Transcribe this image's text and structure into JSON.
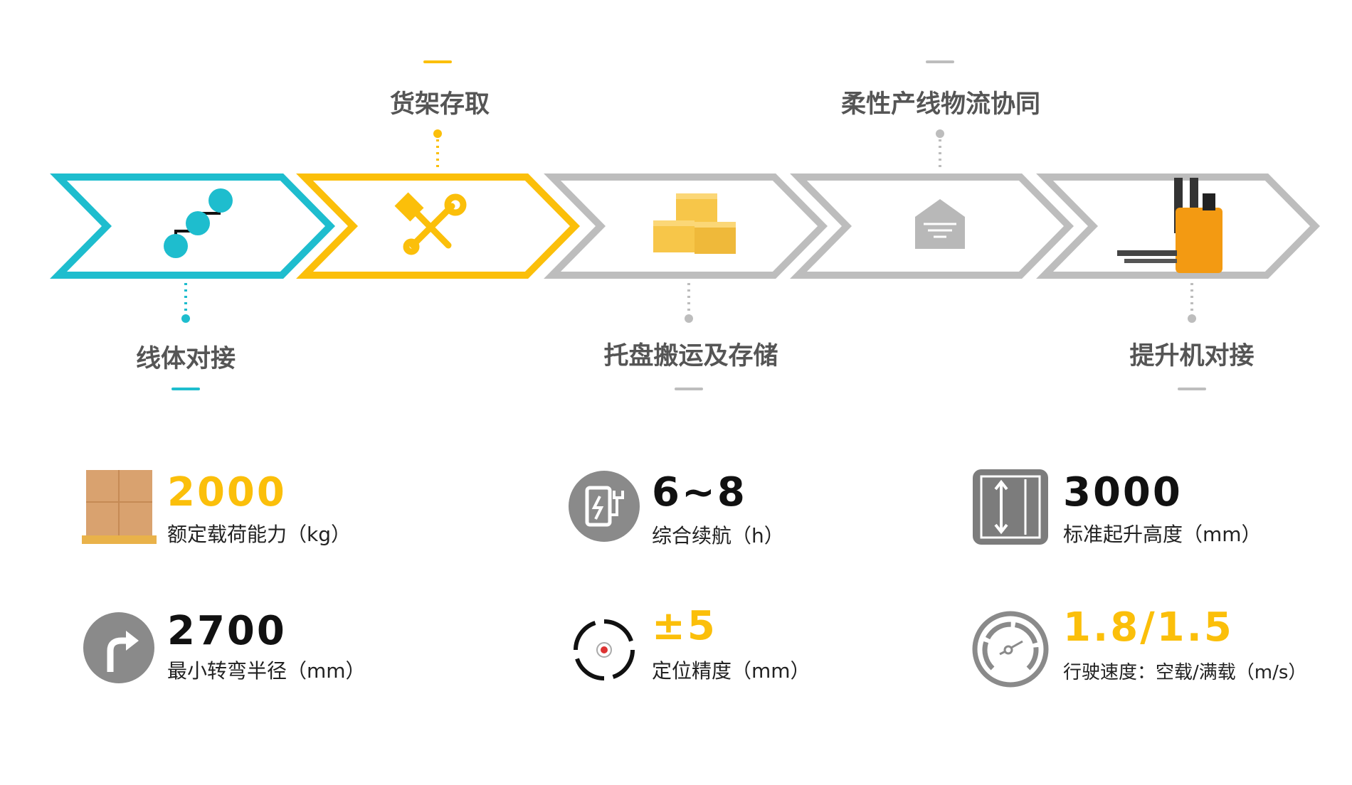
{
  "colors": {
    "teal": "#1ebdce",
    "yellow": "#fbbf0a",
    "gray": "#bdbdbd",
    "text": "#555555"
  },
  "process": [
    {
      "label": "线体对接",
      "icon": "linked-nodes-icon",
      "position": "bottom"
    },
    {
      "label": "货架存取",
      "icon": "tools-icon",
      "position": "top"
    },
    {
      "label": "托盘搬运及存储",
      "icon": "boxes-icon",
      "position": "bottom"
    },
    {
      "label": "柔性产线物流协同",
      "icon": "envelope-icon",
      "position": "top"
    },
    {
      "label": "提升机对接",
      "icon": "forklift-agv-icon",
      "position": "bottom"
    }
  ],
  "specs": [
    {
      "value": "2000",
      "label": "额定载荷能力（kg）",
      "icon": "pallet-boxes-icon",
      "highlight": true
    },
    {
      "value": "6~8",
      "label": "综合续航（h）",
      "icon": "charging-icon",
      "highlight": false
    },
    {
      "value": "3000",
      "label": "标准起升高度（mm）",
      "icon": "height-ruler-icon",
      "highlight": false
    },
    {
      "value": "2700",
      "label": "最小转弯半径（mm）",
      "icon": "turn-right-icon",
      "highlight": false
    },
    {
      "value": "±5",
      "label": "定位精度（mm）",
      "icon": "target-icon",
      "highlight": true
    },
    {
      "value": "1.8/1.5",
      "label": "行驶速度：空载/满载（m/s）",
      "icon": "speedometer-icon",
      "highlight": true
    }
  ]
}
